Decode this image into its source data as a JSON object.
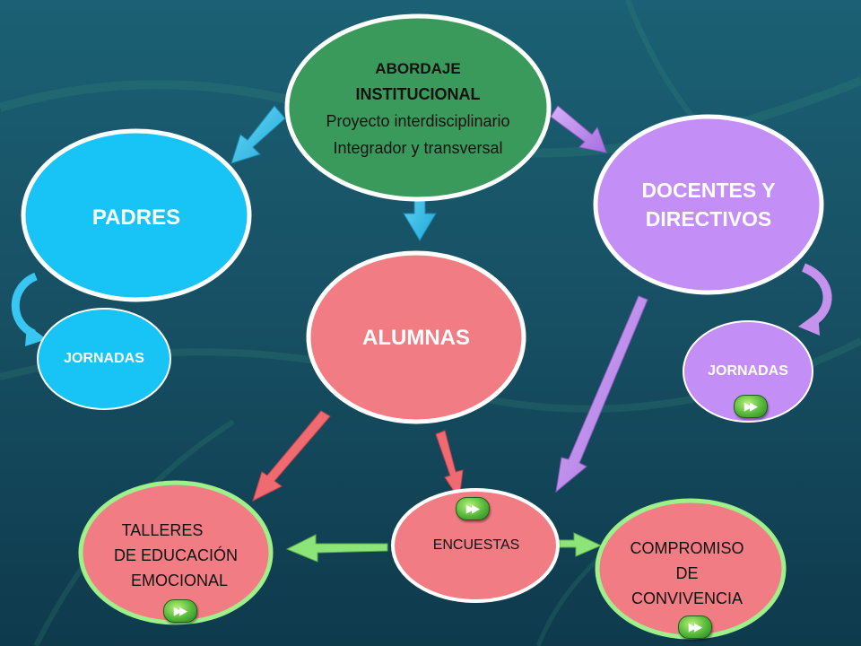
{
  "nodes": {
    "abordaje": {
      "line1": "ABORDAJE",
      "line2": "INSTITUCIONAL",
      "line3": "Proyecto interdisciplinario",
      "line4": "Integrador y transversal"
    },
    "padres": {
      "label": "PADRES"
    },
    "docentes": {
      "line1": "DOCENTES Y",
      "line2": "DIRECTIVOS"
    },
    "alumnas": {
      "label": "ALUMNAS"
    },
    "jornadas_padres": {
      "label": "JORNADAS"
    },
    "jornadas_docentes": {
      "label": "JORNADAS"
    },
    "talleres": {
      "line1": "TALLERES",
      "line2": "DE EDUCACIÓN",
      "line3": "EMOCIONAL"
    },
    "encuestas": {
      "label": "ENCUESTAS"
    },
    "compromiso": {
      "line1": "COMPROMISO",
      "line2": "DE",
      "line3": "CONVIVENCIA"
    }
  },
  "colors": {
    "background_top": "#1a5f73",
    "background_bottom": "#0f3e52",
    "abordaje": "#3a9a5b",
    "padres": "#18c4f5",
    "docentes": "#c38ef5",
    "alumnas": "#f27c84",
    "talleres": "#f27c84",
    "encuestas": "#f27c84",
    "compromiso": "#f27c84",
    "green_border": "#9ef08a",
    "blue_arrow": "#38c6f2",
    "purple_arrow": "#c592ee",
    "red_arrow": "#f06a72",
    "green_arrow": "#8de57a"
  },
  "icons": [
    "forward-button-icon"
  ]
}
